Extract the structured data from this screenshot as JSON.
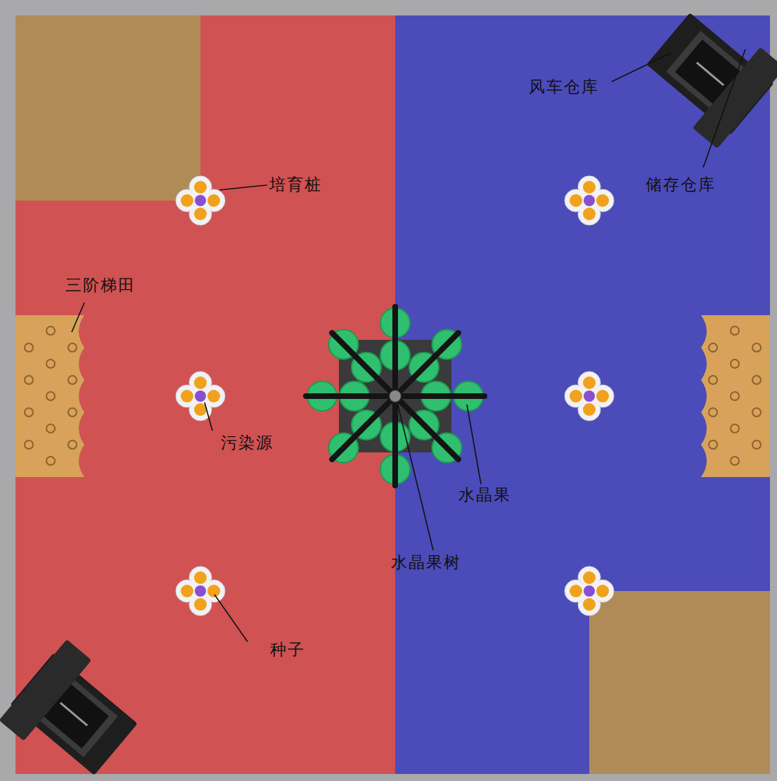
{
  "diagram": {
    "labels": [
      "培育桩",
      "三阶梯田",
      "污染源",
      "种子",
      "水晶果树",
      "水晶果",
      "风车仓库",
      "储存仓库"
    ]
  }
}
